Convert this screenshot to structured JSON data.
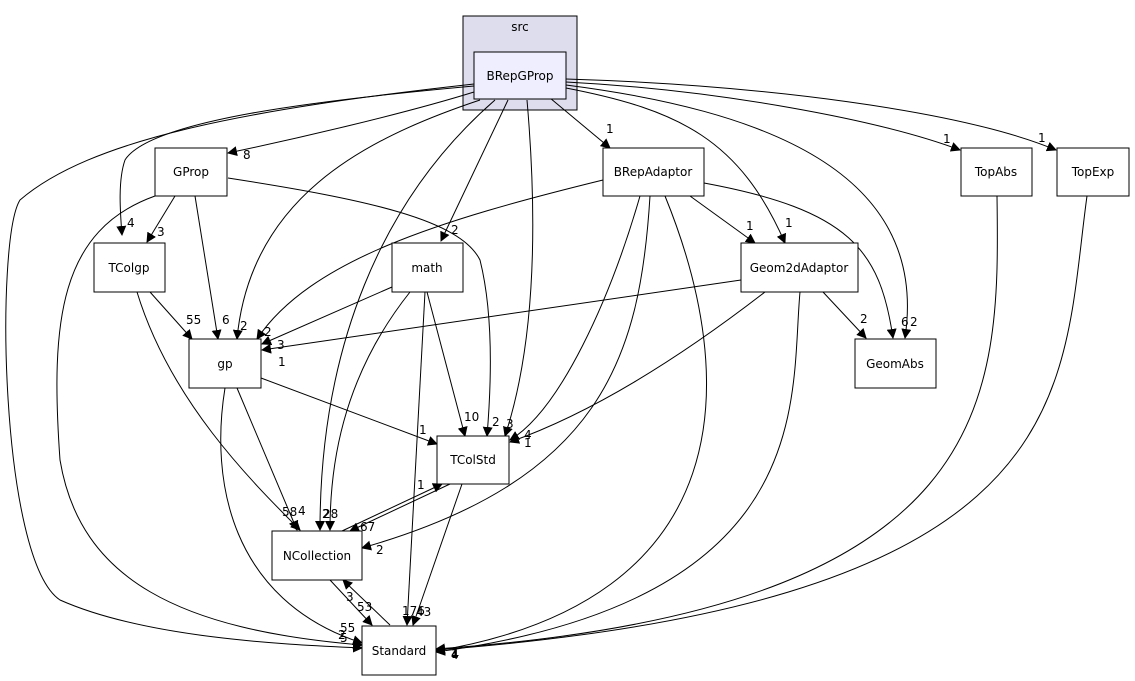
{
  "cluster": {
    "label": "src"
  },
  "nodes": {
    "brepgprop": "BRepGProp",
    "gprop": "GProp",
    "brepadaptor": "BRepAdaptor",
    "topabs": "TopAbs",
    "topexp": "TopExp",
    "tcolgp": "TColgp",
    "math": "math",
    "geom2dadaptor": "Geom2dAdaptor",
    "gp": "gp",
    "geomabs": "GeomAbs",
    "tcolstd": "TColStd",
    "ncollection": "NCollection",
    "standard": "Standard"
  },
  "edge_labels": {
    "brep_gprop": "8",
    "brep_brepadaptor": "1",
    "brep_topabs": "1",
    "brep_topexp": "1",
    "brep_tcolgp": "4",
    "brep_math": "2",
    "brep_geom2d": "1",
    "brep_gp": "2",
    "brep_geomabs": "2",
    "brep_tcolstd": "3",
    "brep_ncollection": "2",
    "brep_standard": "2",
    "gprop_tcolgp": "3",
    "gprop_gp": "6",
    "gprop_tcolstd": "2",
    "gprop_standard": "5",
    "brepadaptor_geom2d": "1",
    "brepadaptor_gp": "2",
    "brepadaptor_geomabs": "6",
    "brepadaptor_tcolstd": "4",
    "brepadaptor_ncollection": "2",
    "brepadaptor_standard": "4",
    "tcolgp_gp": "55",
    "tcolgp_ncollection": "58",
    "math_gp": "3",
    "math_tcolstd": "10",
    "math_ncollection": "28",
    "math_standard": "176",
    "geom2d_gp": "1",
    "geom2d_geomabs": "2",
    "geom2d_tcolstd": "1",
    "geom2d_standard": "1",
    "gp_tcolstd": "1",
    "gp_ncollection": "4",
    "gp_standard": "55",
    "tcolstd_ncollection": "67",
    "tcolstd_standard": "43",
    "ncollection_tcolstd": "1",
    "ncollection_standard": "53",
    "standard_ncollection": "3",
    "topabs_standard": "1",
    "topexp_standard": "4"
  }
}
